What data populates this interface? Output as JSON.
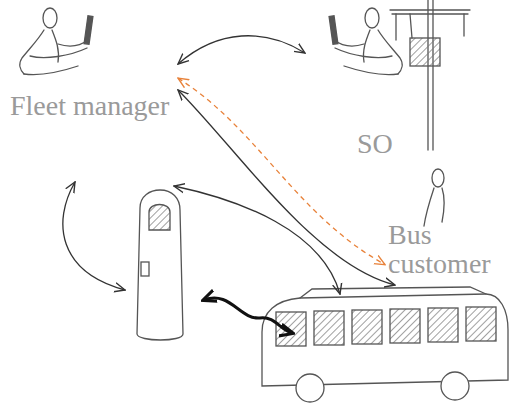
{
  "diagram": {
    "nodes": [
      {
        "text": [
          "Fleet manager"
        ]
      },
      {
        "text": [
          "SO"
        ]
      },
      {
        "text": [
          "Bus customer"
        ]
      }
    ],
    "edges": [
      {
        "from": 0,
        "to": 1,
        "arrow": "both"
      },
      {
        "from": 0,
        "to": 2,
        "arrow": "both"
      },
      {
        "from": 0,
        "to": 2,
        "arrow": "both"
      }
    ]
  }
}
